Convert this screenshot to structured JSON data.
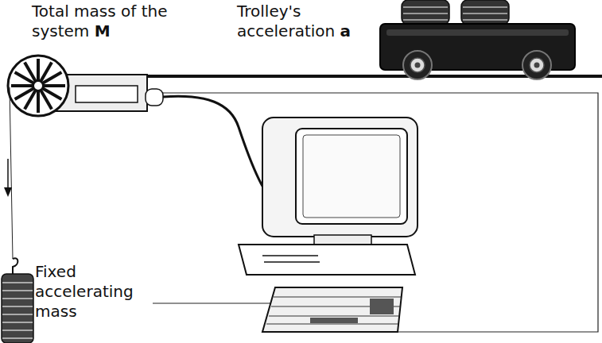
{
  "diagram": {
    "labels": [
      "Total mass of the system M",
      "Trolley's acceleration a",
      "Fixed accelerating mass"
    ]
  }
}
